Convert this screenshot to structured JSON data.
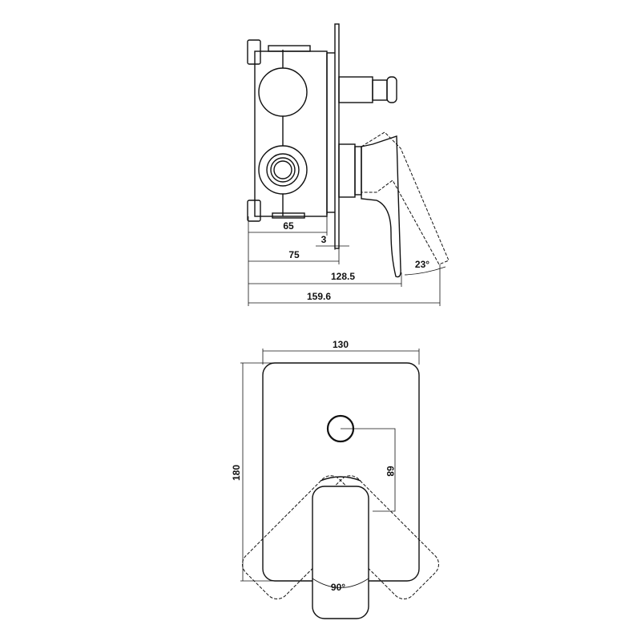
{
  "side_view": {
    "dimensions": {
      "body_depth": "65",
      "plate_thickness": "3",
      "box_depth": "75",
      "handle_depth": "128.5",
      "total_depth": "159.6",
      "handle_tilt_angle": "23°"
    }
  },
  "front_view": {
    "dimensions": {
      "plate_width": "130",
      "plate_height": "180",
      "button_to_handle": "68",
      "handle_rotation_angle": "90°"
    }
  }
}
